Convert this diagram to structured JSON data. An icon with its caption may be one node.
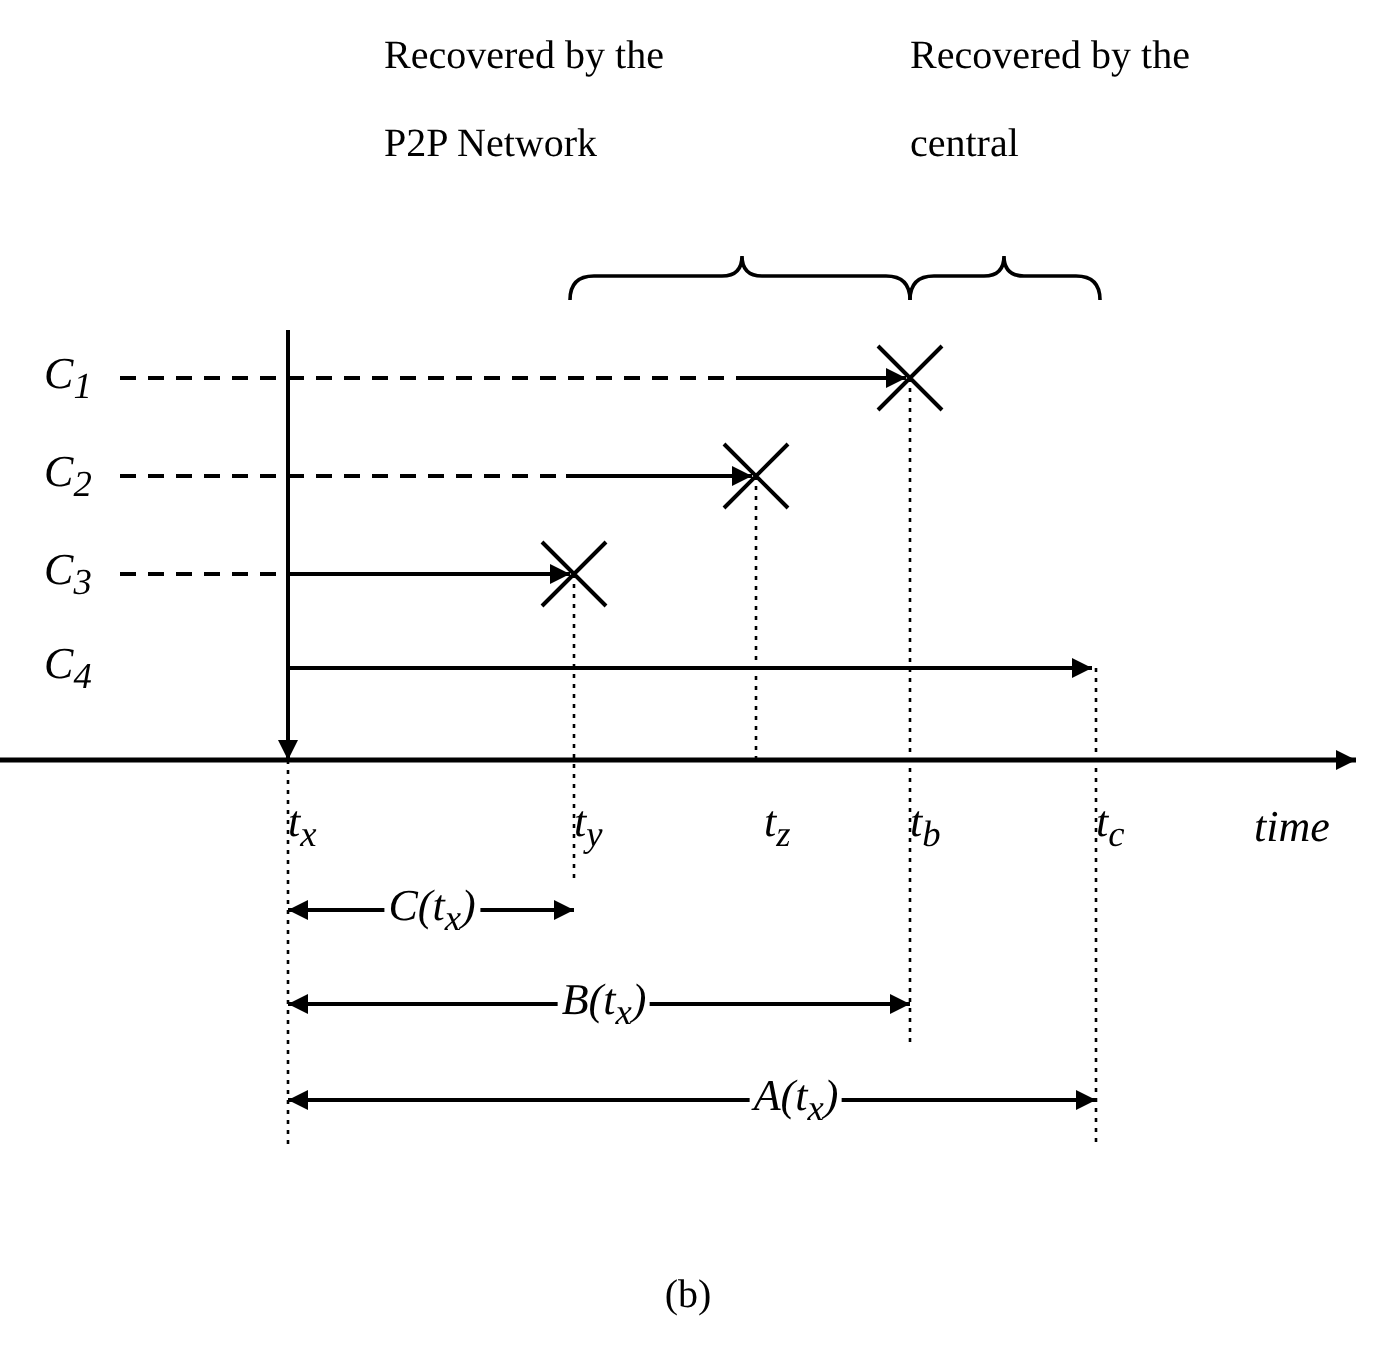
{
  "diagram": {
    "labels": [
      "Recovered by the P2P Network",
      "Recovered by the central",
      "C$_{1}$",
      "C$_{2}$",
      "C$_{3}$",
      "C$_{4}$",
      "t$_{x}$",
      "t$_{y}$",
      "t$_{z}$",
      "t$_{b}$",
      "t$_{c}$",
      "time",
      "C(t$_{x}$)",
      "B(t$_{x}$)",
      "A(t$_{x}$)",
      "(b)"
    ]
  }
}
